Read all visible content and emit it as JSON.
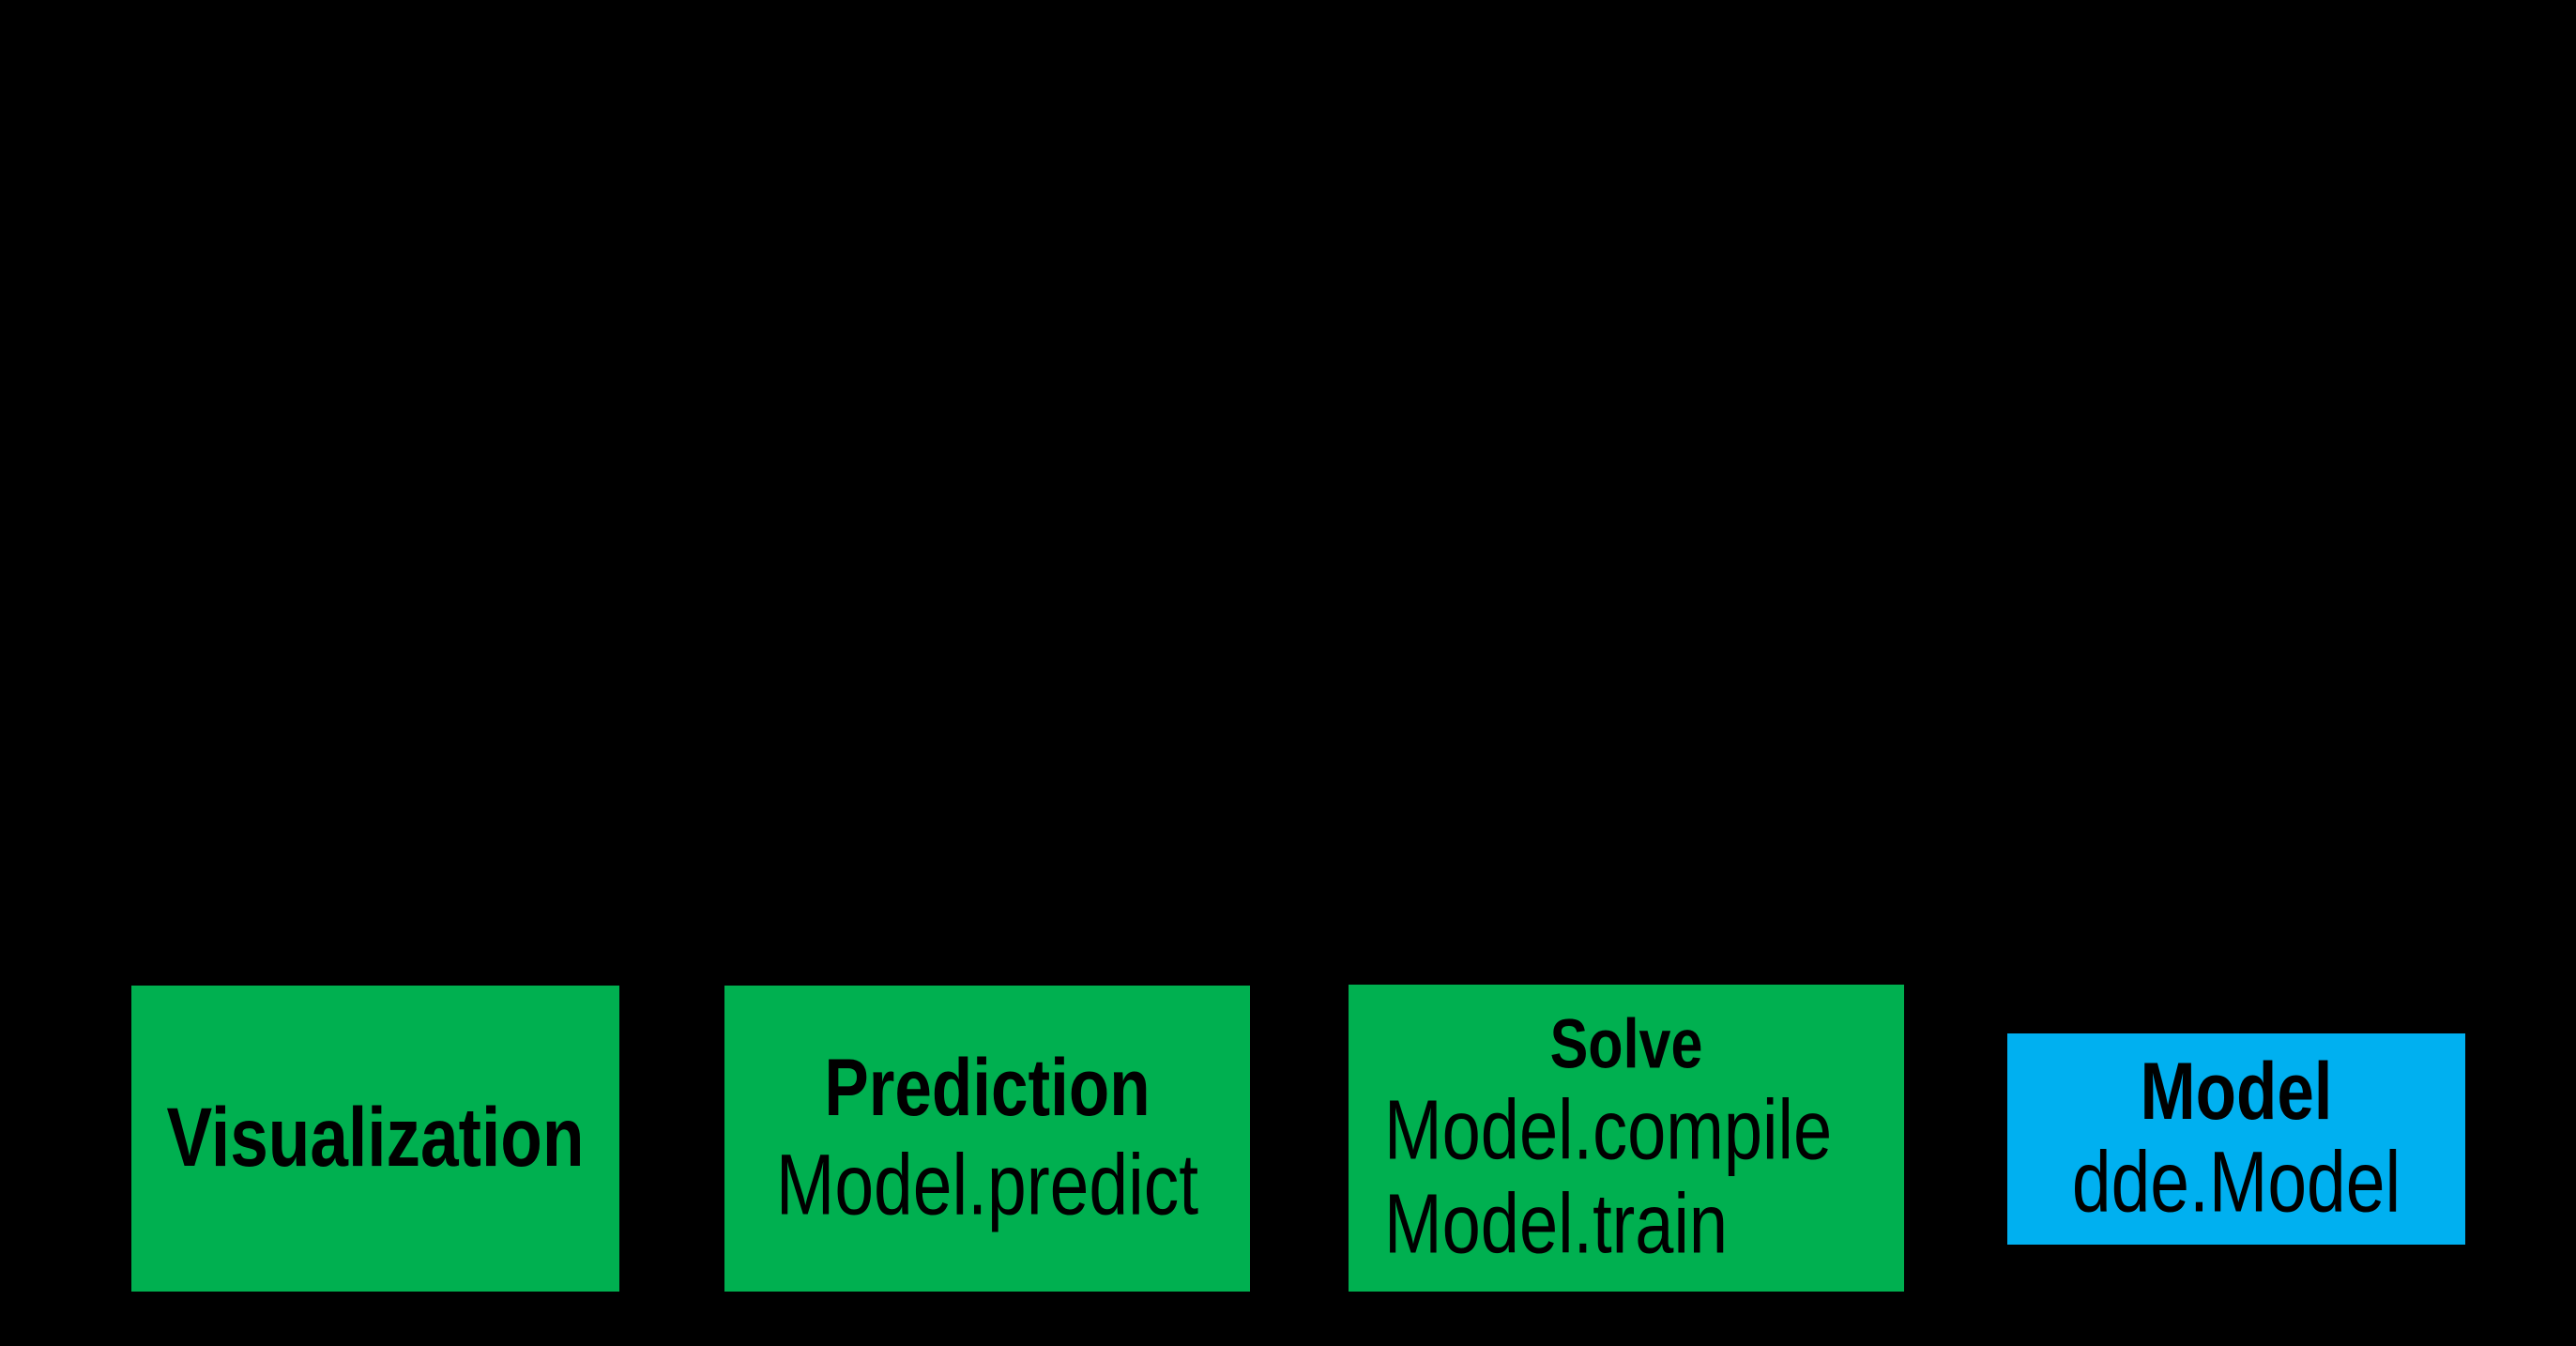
{
  "canvas": {
    "background_color": "#000000",
    "text_color": "#000000"
  },
  "colors": {
    "green_box": "#00B050",
    "blue_box": "#00B0F0"
  },
  "diagram": {
    "boxes": [
      {
        "id": "visualization",
        "title": "Visualization",
        "lines": [],
        "fill": "#00B050"
      },
      {
        "id": "prediction",
        "title": "Prediction",
        "lines": [
          "Model.predict"
        ],
        "fill": "#00B050"
      },
      {
        "id": "solve",
        "title": "Solve",
        "lines": [
          "Model.compile",
          "Model.train"
        ],
        "fill": "#00B050"
      },
      {
        "id": "model",
        "title": "Model",
        "lines": [
          "dde.Model"
        ],
        "fill": "#00B0F0"
      }
    ]
  }
}
